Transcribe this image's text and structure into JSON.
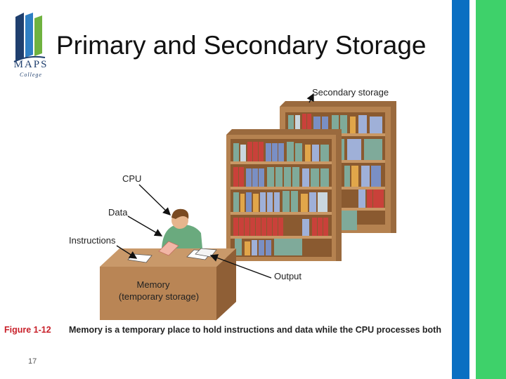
{
  "slide": {
    "title": "Primary and Secondary Storage",
    "page_number": "17"
  },
  "logo": {
    "name": "MAPS",
    "subtitle": "College"
  },
  "diagram": {
    "labels": {
      "secondary_storage": "Secondary storage",
      "cpu": "CPU",
      "data": "Data",
      "instructions": "Instructions",
      "output": "Output",
      "memory_line1": "Memory",
      "memory_line2": "(temporary storage)"
    }
  },
  "caption": {
    "figure": "Figure 1-12",
    "text": "Memory is a temporary place to hold instructions and data while the CPU processes both"
  },
  "colors": {
    "accent_blue": "#0a6fc2",
    "accent_green": "#3ed16a",
    "figure_red": "#c8202a",
    "logo_navy": "#1f3f6e"
  }
}
